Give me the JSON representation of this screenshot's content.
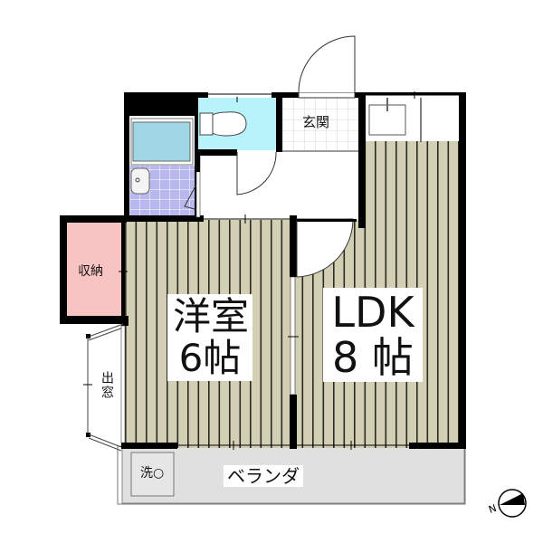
{
  "floorplan": {
    "rooms": {
      "western_room": {
        "name": "洋室",
        "size": "6帖"
      },
      "ldk": {
        "name": "LDK",
        "size": "8 帖"
      },
      "entrance": {
        "name": "玄関"
      },
      "storage": {
        "name": "収納"
      },
      "bay_window": {
        "name": "出窓"
      },
      "veranda": {
        "name": "ベランダ"
      },
      "washer": {
        "name": "洗○"
      }
    },
    "compass": {
      "label": "N",
      "icon": "compass-north-arrow"
    },
    "colors": {
      "wall": "#000000",
      "flooring": "#d3cfb4",
      "flooring_line": "#2a2a20",
      "bath": "#9fd6e6",
      "toilet": "#b8f2fb",
      "tile": "#b8b8ee",
      "storage": "#f7c3c3",
      "veranda": "#e0e0e0",
      "entrance_tile": "#ffffff"
    }
  }
}
